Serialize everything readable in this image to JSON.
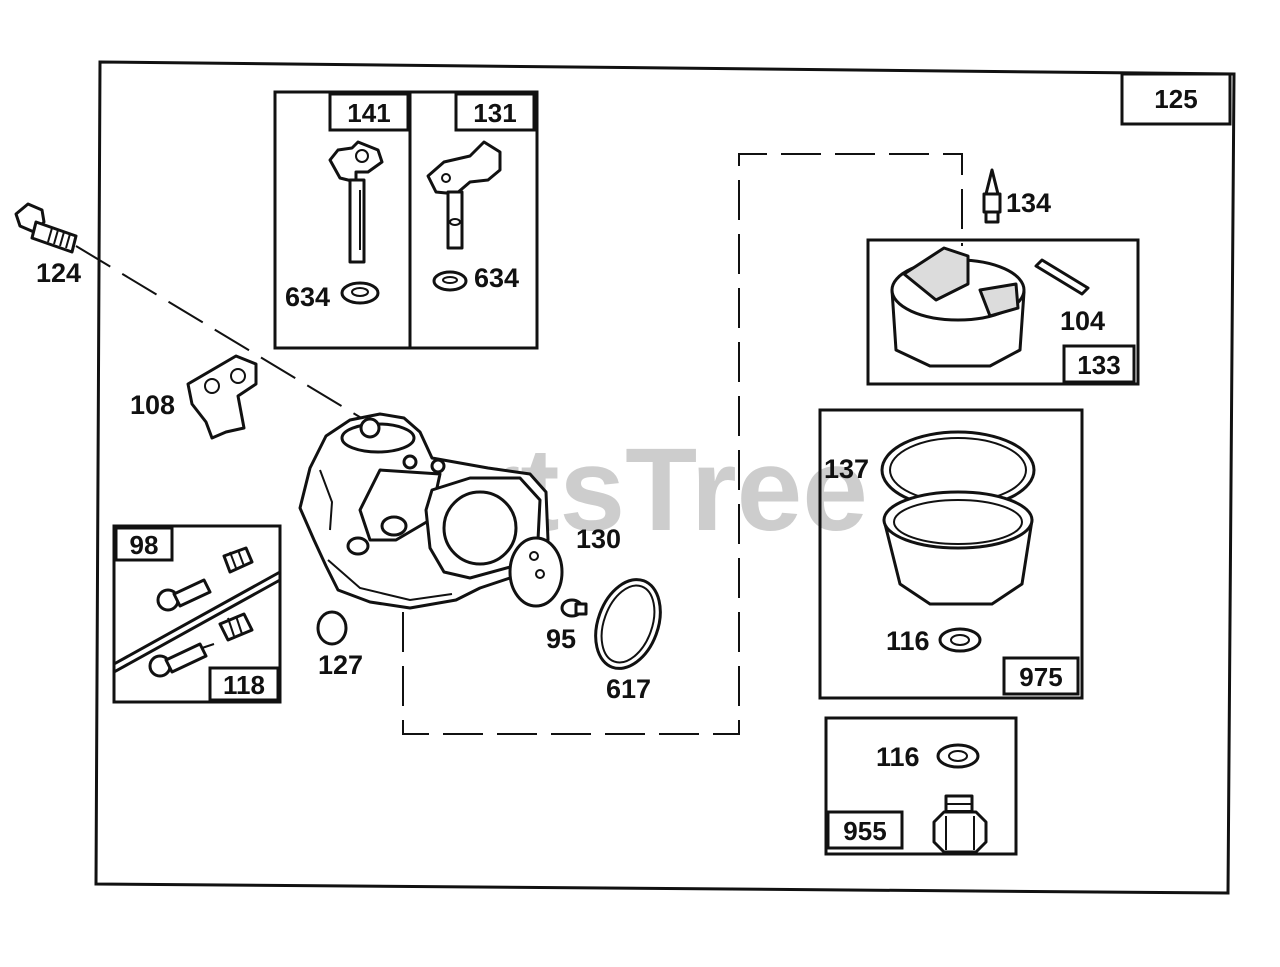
{
  "watermark": "PartsTree",
  "boxes": {
    "main": "125",
    "b141": "141",
    "b131": "131",
    "b133": "133",
    "b975": "975",
    "b955": "955",
    "b98": "98",
    "b118": "118"
  },
  "callouts": {
    "p124": "124",
    "p634a": "634",
    "p634b": "634",
    "p108": "108",
    "p134": "134",
    "p104": "104",
    "p137": "137",
    "p116a": "116",
    "p116b": "116",
    "p130": "130",
    "p95": "95",
    "p617": "617",
    "p127": "127"
  }
}
